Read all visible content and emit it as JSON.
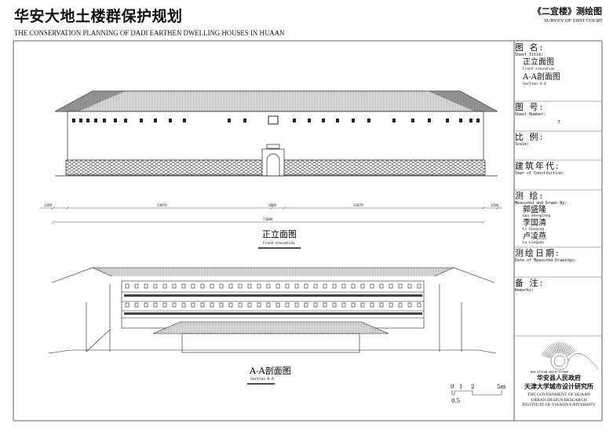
{
  "header": {
    "title_cn": "华安大地土楼群保护规划",
    "title_en": "THE CONSERVATION PLANNING OF DADI EARTHEN DWELLING HOUSES IN HUAAN",
    "survey_cn": "《二宜楼》测绘图",
    "survey_en": "SURVEY OF ERYI COURT"
  },
  "title_block": {
    "sheet_title_label_cn": "图  名:",
    "sheet_title_label_en": "Sheet Title:",
    "sheet_titles": [
      {
        "cn": "正立面图",
        "en": "Front elevation"
      },
      {
        "cn": "A-A剖面图",
        "en": "Section A-A"
      }
    ],
    "sheet_number_label_cn": "图  号:",
    "sheet_number_label_en": "Sheet Number:",
    "sheet_number": "7",
    "scale_label_cn": "比  例:",
    "scale_label_en": "Scale:",
    "year_label_cn": "建筑年代:",
    "year_label_en": "Year of Construction:",
    "drawn_label_cn": "测  绘:",
    "drawn_label_en": "Measured and Drawn By:",
    "drawers": [
      {
        "cn": "郭盛隆",
        "en": "Guo Shenglong"
      },
      {
        "cn": "李国清",
        "en": "Li Guoqing"
      },
      {
        "cn": "卢凌燕",
        "en": "Lu Lingyan"
      }
    ],
    "date_label_cn": "测绘日期:",
    "date_label_en": "Date of Measured Drawings:",
    "remarks_label_cn": "备  注:",
    "remarks_label_en": "Remarks:",
    "logo_text": "NEW VISION ARCHITECTURE",
    "org_cn_1": "华安县人民政府",
    "org_cn_2": "天津大学城市设计研究所",
    "org_en_1": "THE GOVERNMENT OF HUAAN",
    "org_en_2": "URBAN DESIGN RESEARCH",
    "org_en_3": "INSTITUTE OF TIANJIN UNIVERSITY"
  },
  "elevation": {
    "label_cn": "正立面图",
    "label_en": "Front elevation",
    "dimensions": [
      "1500",
      "33070",
      "3860",
      "33070",
      "1500"
    ],
    "total_dimension": "73000"
  },
  "section": {
    "label_cn": "A-A剖面图",
    "label_en": "Section A-A"
  },
  "scale_bar": {
    "ticks": [
      "0",
      "1",
      "2",
      "5m"
    ],
    "sub_tick": "0.5"
  },
  "colors": {
    "line": "#222222",
    "roof": "#555555",
    "frame": "#333333"
  }
}
